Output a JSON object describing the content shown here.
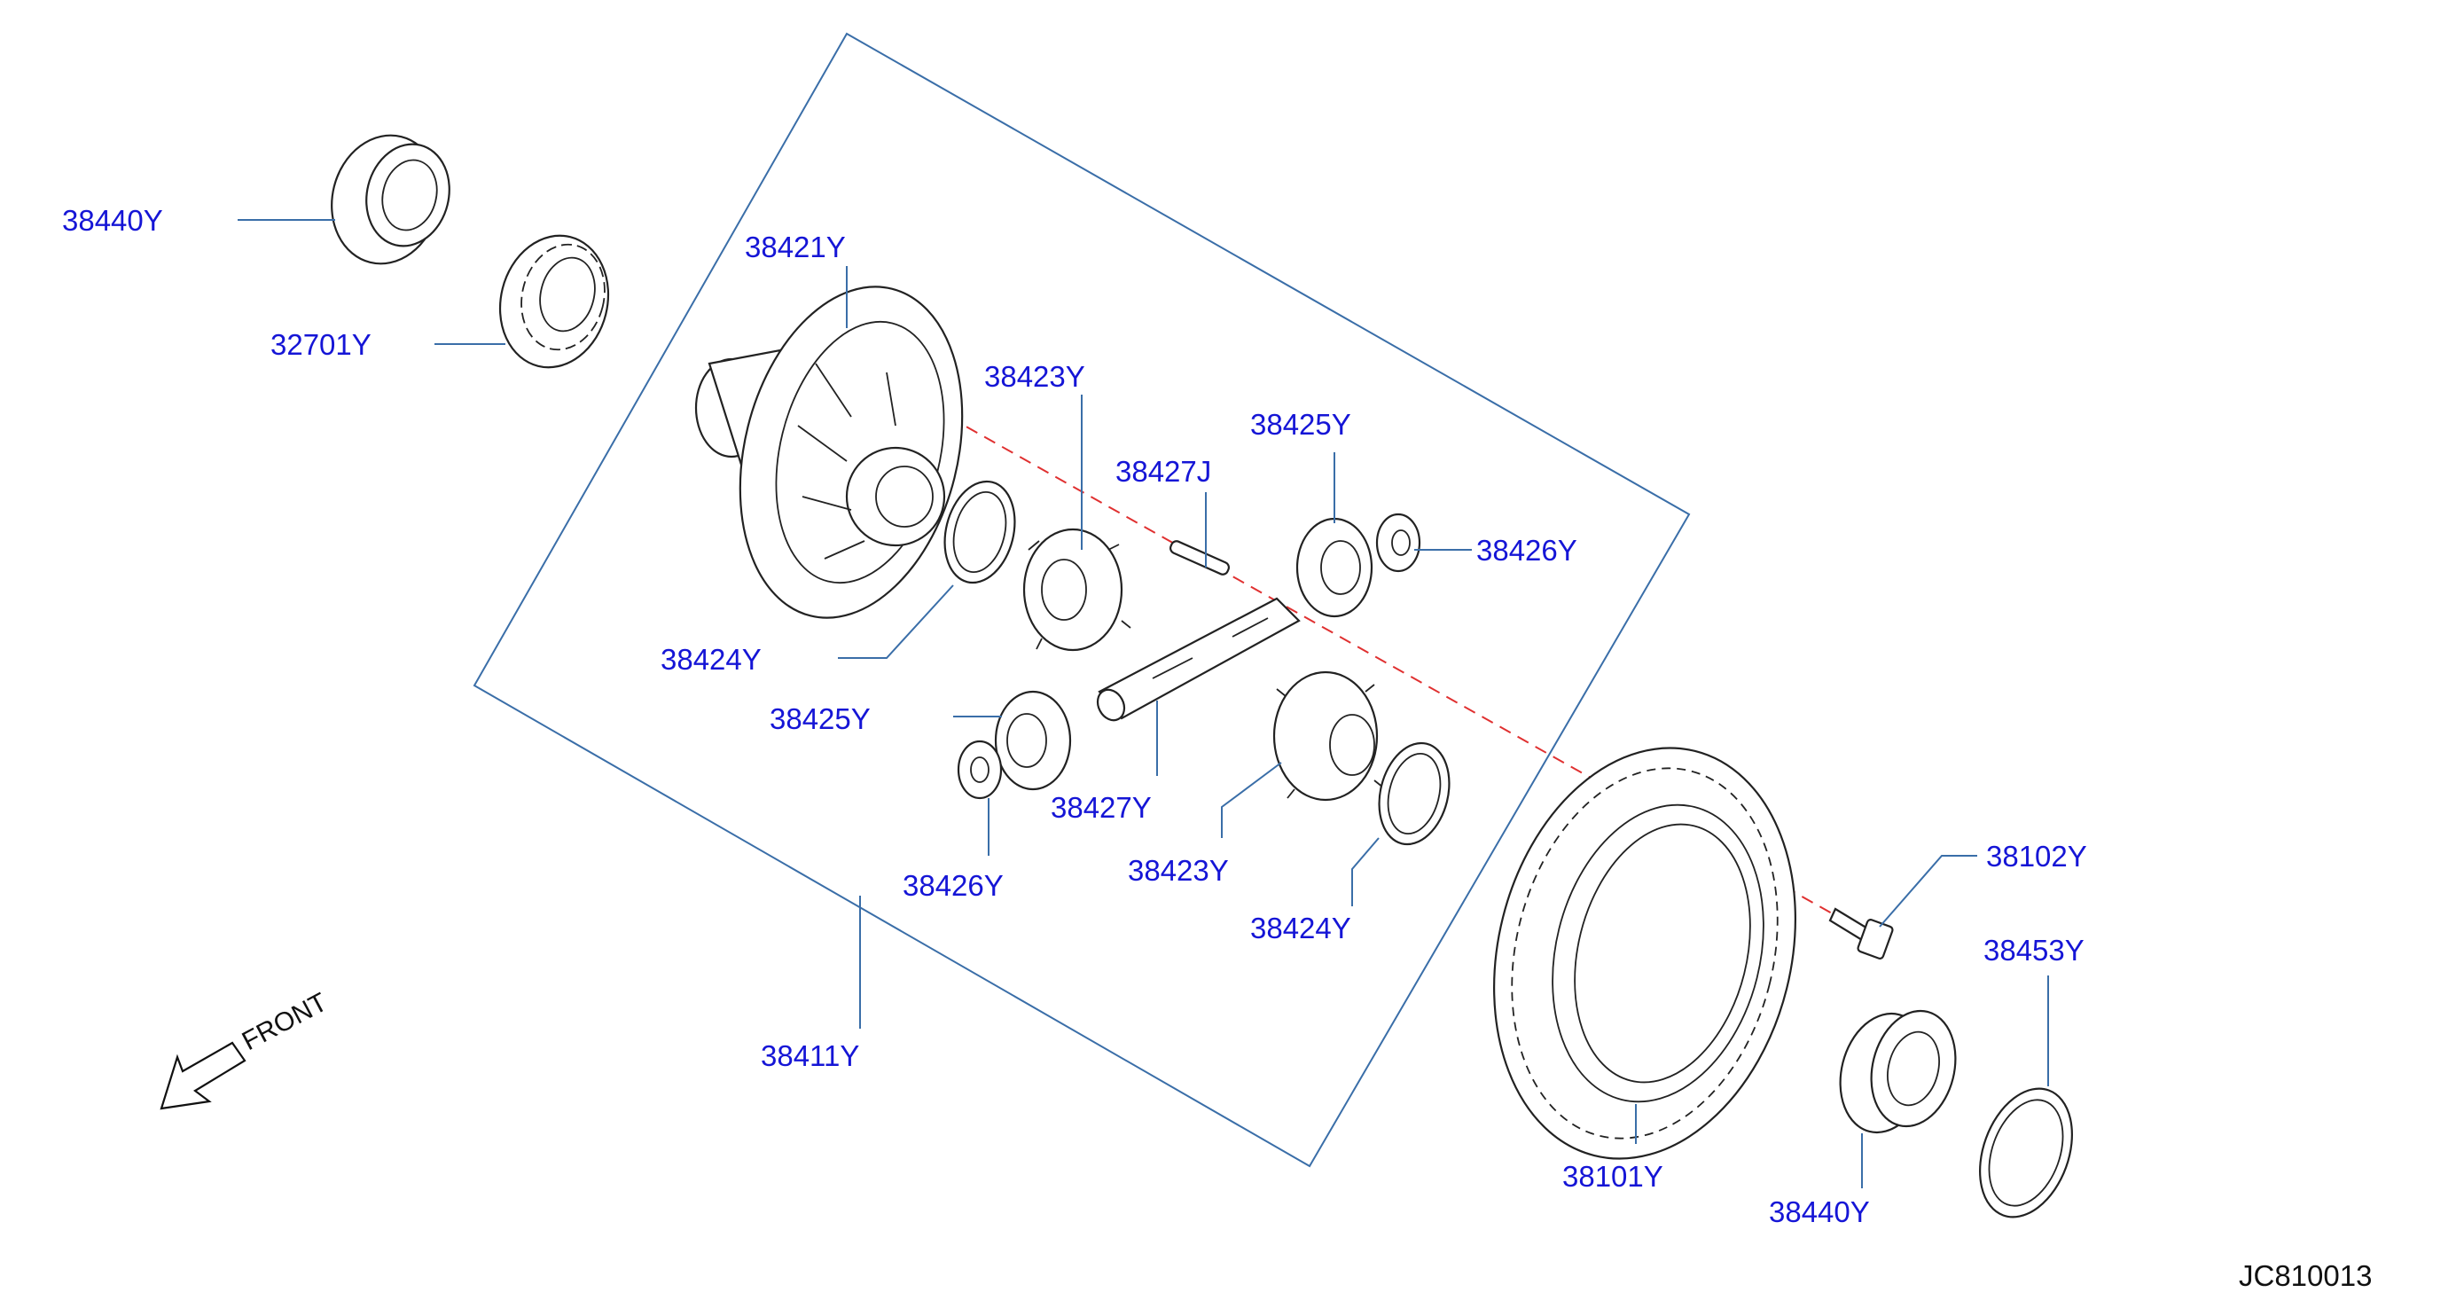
{
  "diagram": {
    "code": "JC810013",
    "front_label": "FRONT",
    "labels": {
      "l1": "38440Y",
      "l2": "32701Y",
      "l3": "38421Y",
      "l4": "38423Y",
      "l5": "38425Y",
      "l6": "38427J",
      "l7": "38426Y",
      "l8": "38424Y",
      "l9": "38425Y",
      "l10": "38427Y",
      "l11": "38426Y",
      "l12": "38423Y",
      "l13": "38424Y",
      "l14": "38411Y",
      "l15": "38101Y",
      "l16": "38102Y",
      "l17": "38453Y",
      "l18": "38440Y"
    },
    "colors": {
      "label": "#1515d6",
      "leader": "#3a6ea8",
      "centerline": "#e03030",
      "outline": "#222222"
    }
  }
}
